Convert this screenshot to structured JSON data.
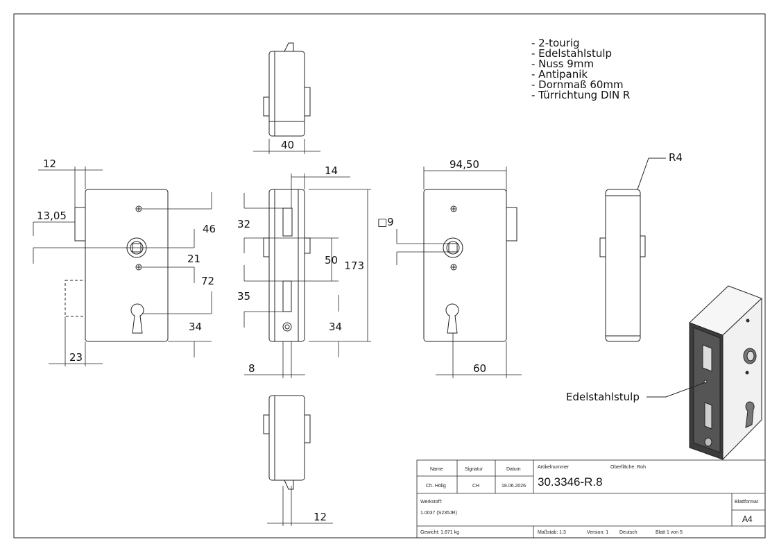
{
  "notes": {
    "items": [
      "- 2-tourig",
      "- Edelstahlstulp",
      "- Nuss 9mm",
      "- Antipanik",
      "- Dornmaß 60mm",
      "- Türrichtung DIN R"
    ]
  },
  "dimensions": {
    "top_width": "40",
    "left_12": "12",
    "left_13_05": "13,05",
    "left_46": "46",
    "left_21": "21",
    "left_72": "72",
    "left_34": "34",
    "left_23": "23",
    "mid_14": "14",
    "mid_32": "32",
    "mid_50": "50",
    "mid_35": "35",
    "mid_34": "34",
    "mid_173": "173",
    "mid_8": "8",
    "bottom_12": "12",
    "right_94_50": "94,50",
    "right_sq9": "□9",
    "right_60": "60",
    "radius_r4": "R4"
  },
  "callout": {
    "label": "Edelstahlstulp"
  },
  "title_block": {
    "name_header": "Name",
    "signature_header": "Signatur",
    "date_header": "Datum",
    "name_value": "Ch. Hölig",
    "signature_value": "CH",
    "date_value": "18.06.2026",
    "article_label": "Artikelnummer",
    "surface_label": "Oberfläche: Roh",
    "article_number": "30.3346-R.8",
    "material_label": "Werkstoff:",
    "material_value": "1.0037 (S235JR)",
    "sheet_format_label": "Blattformat",
    "sheet_format_value": "A4",
    "weight": "Gewicht: 1.671 kg",
    "scale": "Maßstab: 1:3",
    "version": "Version: 1",
    "language": "Deutsch",
    "sheet": "Blatt 1 von 5"
  }
}
